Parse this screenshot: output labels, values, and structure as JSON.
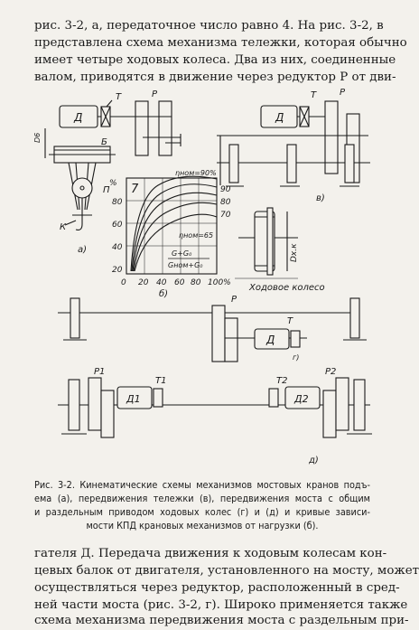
{
  "top_text": [
    "рис. 3-2, а, передаточное число равно 4. На рис. 3-2, в",
    "представлена схема механизма тележки, которая обычно",
    "имеет четыре ходовых колеса. Два из них, соединенные",
    "валом, приводятся в движение через редуктор Р от дви-"
  ],
  "figure": {
    "labels": {
      "D": "Д",
      "T": "Т",
      "P": "Р",
      "D6": "D6",
      "B": "Б",
      "Pi": "П",
      "K": "К",
      "a": "а)",
      "b": "б)",
      "v": "в)",
      "g": "г)",
      "d": "д)",
      "eta_nom": "ηном=90%",
      "eta_nom2": "ηном=65",
      "pct": "%",
      "g_ratio_num": "G+G₀",
      "g_ratio_den": "Gном+G₀",
      "seven": "7",
      "D_hk": "Dх.к",
      "wheel": "Ходовое колесо",
      "D1": "Д1",
      "D2": "Д2",
      "T1": "Т1",
      "T2": "Т2",
      "P1": "Р1",
      "P2": "Р2"
    },
    "chart_ticks": {
      "y": [
        "80",
        "60",
        "40",
        "20",
        "0"
      ],
      "x": [
        "20",
        "40",
        "60",
        "80",
        "100%"
      ],
      "right": [
        "90",
        "80",
        "70"
      ]
    }
  },
  "caption": [
    "Рис. 3-2. Кинематические схемы механизмов мостовых кранов подъ-",
    "ема (а), передвижения тележки (в), передвижения моста с общим",
    "и раздельным приводом ходовых колес (г) и (д) и кривые зависи-",
    "мости КПД крановых механизмов от нагрузки (б)."
  ],
  "bottom_text": [
    "гателя Д. Передача движения к ходовым колесам кон-",
    "цевых балок от двигателя, установленного на мосту, может",
    "осуществляться через редуктор, расположенный в сред-",
    "ней части моста (рис. 3-2, г). Широко применяется также",
    "схема механизма передвижения моста с раздельным при-"
  ]
}
